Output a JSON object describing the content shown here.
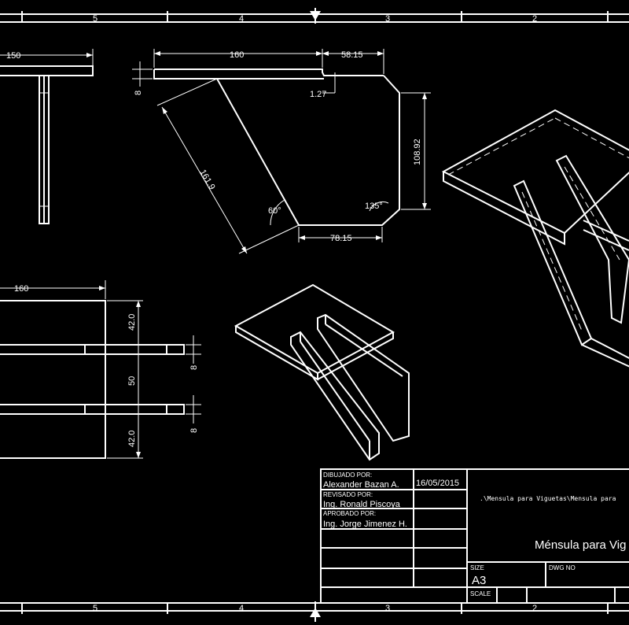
{
  "border": {
    "zones_top": [
      "5",
      "4",
      "3",
      "2"
    ],
    "zones_bottom": [
      "5",
      "4",
      "3",
      "2"
    ]
  },
  "views": {
    "side": {
      "dim_width": "150"
    },
    "front": {
      "dim_top_left": "160",
      "dim_top_right": "58.15",
      "dim_thickness": "8",
      "dim_step": "1.27",
      "dim_height": "108.92",
      "dim_diagonal": "161.9",
      "dim_bottom": "78.15",
      "angle_left": "60°",
      "angle_right": "135°"
    },
    "top": {
      "dim_width": "160",
      "dim_upper": "42.0",
      "dim_middle": "50",
      "dim_lower": "42.0",
      "dim_plate_a": "8",
      "dim_plate_b": "8"
    }
  },
  "title_block": {
    "drawn_label": "DIBUJADO POR:",
    "drawn_name": "Alexander Bazan A.",
    "drawn_date": "16/05/2015",
    "reviewed_label": "REVISADO POR:",
    "reviewed_name": "Ing. Ronald Piscoya",
    "approved_label": "APROBADO POR:",
    "approved_name": "Ing. Jorge Jimenez H.",
    "file_path": ".\\Mensula para Viguetas\\Mensula para",
    "title": "Ménsula para Vig",
    "size_label": "SIZE",
    "size_value": "A3",
    "dwg_label": "DWG NO",
    "scale_label": "SCALE"
  }
}
